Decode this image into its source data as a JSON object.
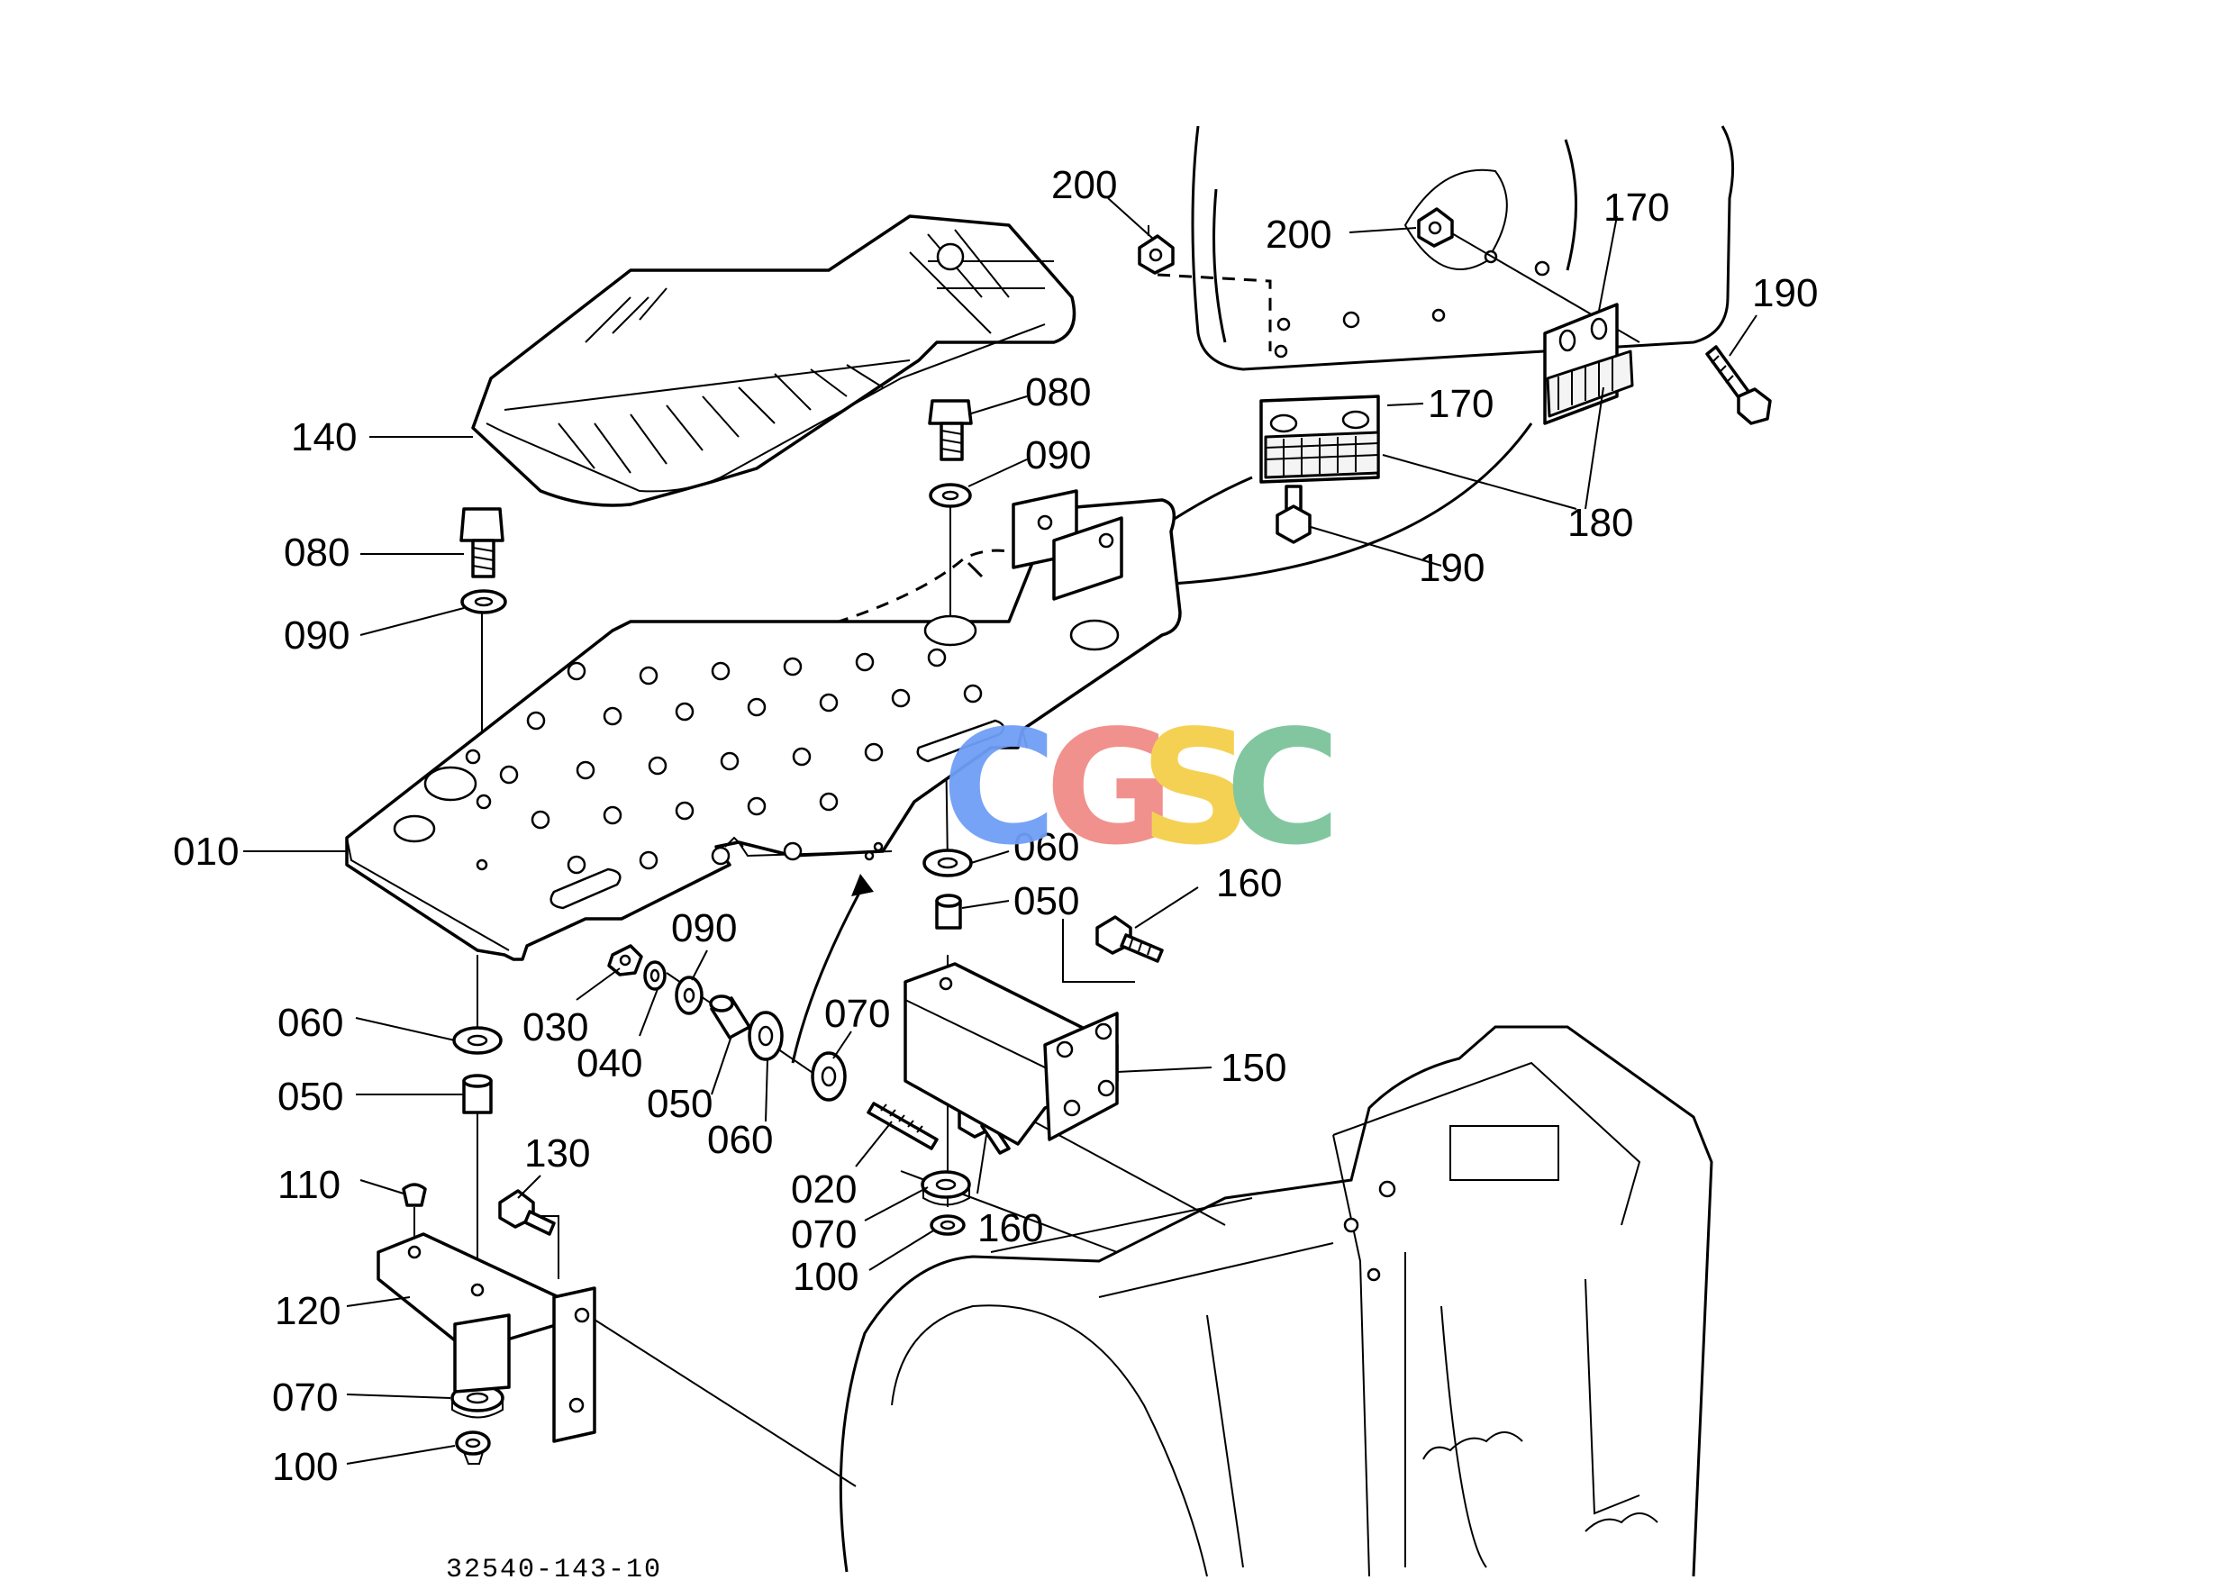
{
  "watermark": {
    "letters": [
      "C",
      "G",
      "S",
      "C"
    ],
    "colors": [
      "#6f9ff5",
      "#f08c87",
      "#f5cf4a",
      "#7cc39b"
    ]
  },
  "document_number": "32540-143-10",
  "callouts": {
    "c200a": "200",
    "c200b": "200",
    "c170a": "170",
    "c170b": "170",
    "c190a": "190",
    "c190b": "190",
    "c180": "180",
    "c140": "140",
    "c080a": "080",
    "c090a": "090",
    "c080b": "080",
    "c090b": "090",
    "c010": "010",
    "c060a": "060",
    "c050a": "050",
    "c160a": "160",
    "c030": "030",
    "c090c": "090",
    "c040": "040",
    "c070a": "070",
    "c050b": "050",
    "c060b": "060",
    "c150": "150",
    "c060c": "060",
    "c050c": "050",
    "c110": "110",
    "c130": "130",
    "c020": "020",
    "c160b": "160",
    "c070b": "070",
    "c100a": "100",
    "c120": "120",
    "c070c": "070",
    "c100b": "100"
  }
}
